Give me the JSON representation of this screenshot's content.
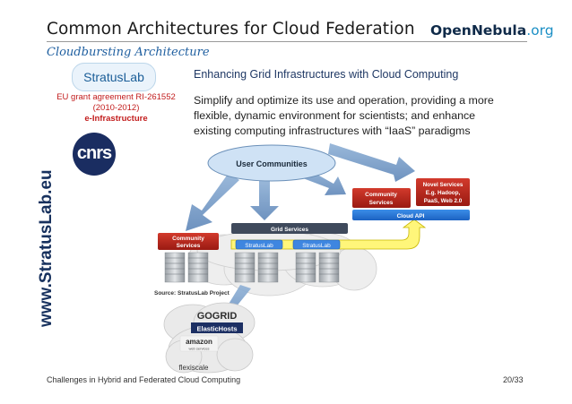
{
  "slide": {
    "title": "Common Architectures for Cloud Federation",
    "subtitle": "Cloudbursting Architecture",
    "logo": {
      "part1": "OpenNebula",
      "part2": ".org"
    }
  },
  "left_panel": {
    "stratuslab_logo": "StratusLab",
    "eu_grant": "EU grant agreement RI-261552",
    "years": "(2010-2012)",
    "program": "e-Infrastructure",
    "cnrs_logo": "cnrs",
    "website": "www.StratusLab.eu"
  },
  "content": {
    "heading": "Enhancing Grid Infrastructures with Cloud Computing",
    "body_lines": [
      "Simplify and optimize its use and operation, providing a more",
      "flexible, dynamic environment for scientists; and enhance",
      "existing computing infrastructures with “IaaS” paradigms"
    ]
  },
  "diagram": {
    "user_communities": "User Communities",
    "community_services_top": [
      "Community",
      "Services"
    ],
    "novel_services": [
      "Novel Services",
      "E.g. Hadoop,",
      "PaaS, Web 2.0"
    ],
    "cloud_api": "Cloud API",
    "grid_services": "Grid Services",
    "community_services_left": [
      "Community",
      "Services"
    ],
    "stratuslab_box_1": "StratusLab",
    "stratuslab_box_2": "StratusLab",
    "source": "Source: StratusLab Project",
    "providers": [
      "GOGRID",
      "ElasticHosts",
      "amazon",
      "web services",
      "flexiscale"
    ]
  },
  "footer": {
    "left": "Challenges in Hybrid and Federated Cloud Computing",
    "page": "20/33"
  }
}
